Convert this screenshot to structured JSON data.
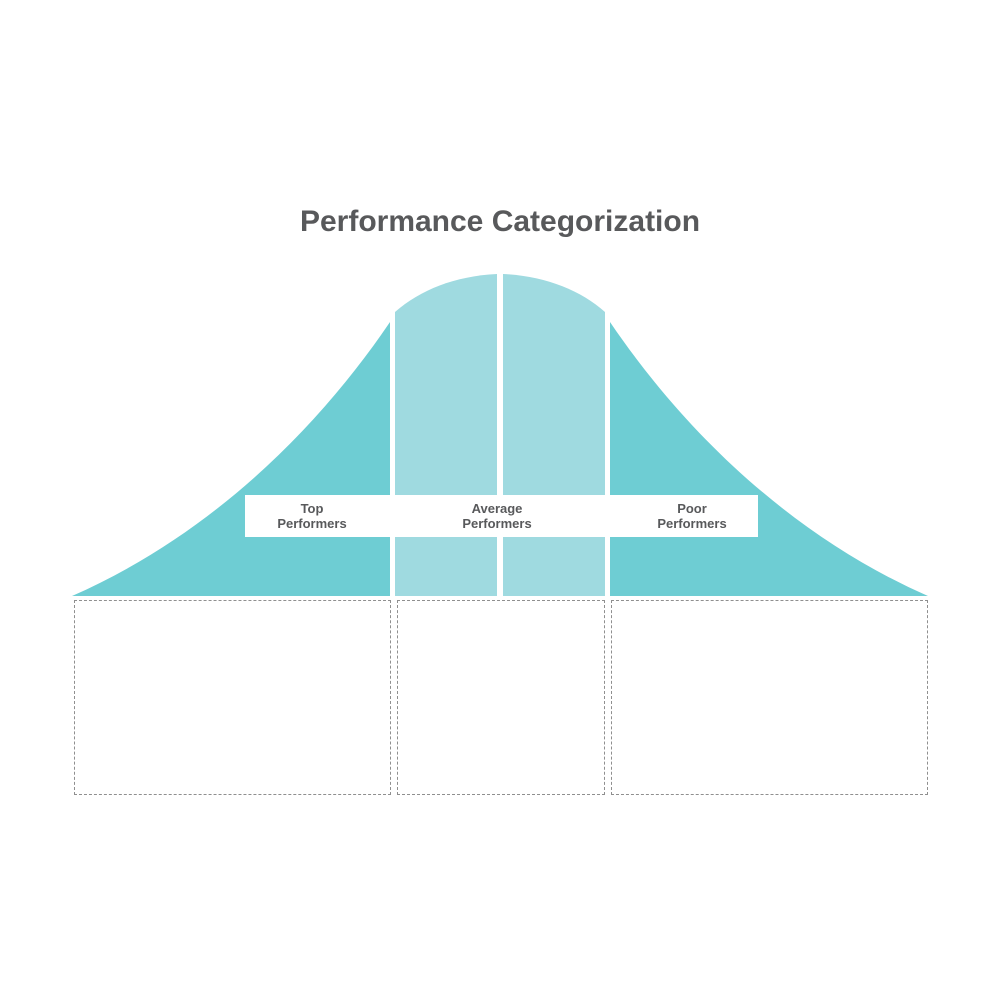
{
  "title": "Performance Categorization",
  "colors": {
    "tail": "#6ecdd3",
    "center": "#9fdae0",
    "divider": "#ffffff",
    "text": "#58595b",
    "box_border": "#8f8f8f"
  },
  "categories": [
    {
      "label_line1": "Top",
      "label_line2": "Performers"
    },
    {
      "label_line1": "Average",
      "label_line2": "Performers"
    },
    {
      "label_line1": "Poor",
      "label_line2": "Performers"
    }
  ]
}
